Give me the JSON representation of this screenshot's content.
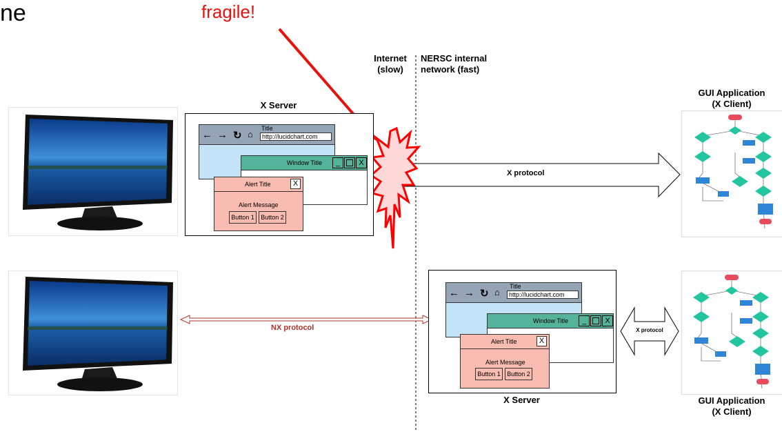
{
  "corner_text": "ne",
  "fragile_label": "fragile!",
  "internet_label": "Internet\n(slow)",
  "nersc_label": "NERSC internal\nnetwork (fast)",
  "top": {
    "xserver_label": "X Server",
    "gui_label": "GUI Application\n(X Client)",
    "protocol_label": "X protocol"
  },
  "bottom": {
    "xserver_label": "X Server",
    "gui_label": "GUI Application\n(X Client)",
    "protocol_label": "X protocol",
    "nx_label": "NX protocol"
  },
  "window": {
    "browser_title": "Title",
    "url": "http://lucidchart.com",
    "window_title": "Window Title",
    "alert_title": "Alert Title",
    "alert_message": "Alert Message",
    "button1": "Button 1",
    "button2": "Button 2",
    "minimize": "_",
    "close": "X"
  },
  "colors": {
    "fragile_red": "#e8120c",
    "nx_arrow": "#b0302a",
    "browser_bar": "#95a5b5",
    "browser_bg": "#c5e3f6",
    "window_green": "#55b39a",
    "alert_pink": "#f9bcb0"
  },
  "icons": [
    "arrow-left-icon",
    "arrow-right-icon",
    "reload-icon",
    "home-icon",
    "monitor-icon",
    "flowchart-icon",
    "explosion-icon"
  ]
}
